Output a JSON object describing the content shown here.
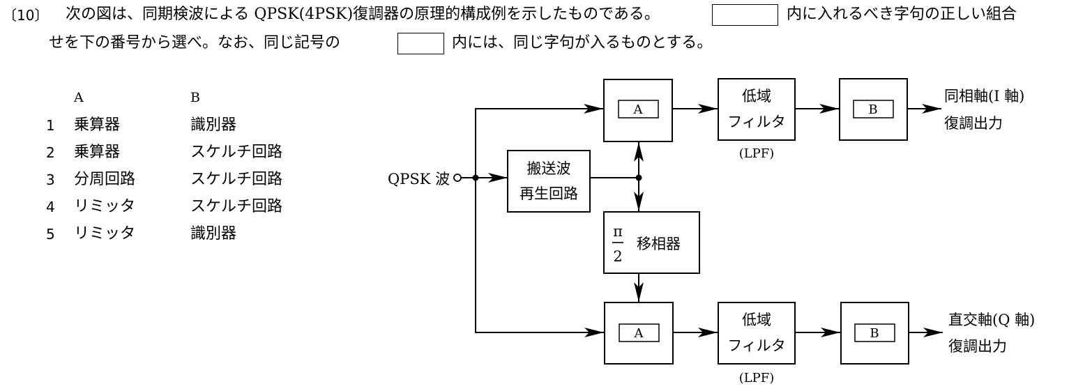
{
  "question": {
    "number": "〔10〕",
    "line1_a": "次の図は、同期検波による QPSK(4PSK)復調器の原理的構成例を示したものである。",
    "line1_b": "内に入れるべき字句の正しい組合",
    "line2_a": "せを下の番号から選べ。なお、同じ記号の",
    "line2_b": "内には、同じ字句が入るものとする。"
  },
  "options": {
    "header_a": "A",
    "header_b": "B",
    "items": [
      {
        "num": "1",
        "a": "乗算器",
        "b": "識別器"
      },
      {
        "num": "2",
        "a": "乗算器",
        "b": "スケルチ回路"
      },
      {
        "num": "3",
        "a": "分周回路",
        "b": "スケルチ回路"
      },
      {
        "num": "4",
        "a": "リミッタ",
        "b": "スケルチ回路"
      },
      {
        "num": "5",
        "a": "リミッタ",
        "b": "識別器"
      }
    ]
  },
  "diagram": {
    "input_label": "QPSK 波",
    "carrier_line1": "搬送波",
    "carrier_line2": "再生回路",
    "label_a": "A",
    "label_b": "B",
    "lpf_line1": "低域",
    "lpf_line2": "フィルタ",
    "lpf_tag": "(LPF)",
    "shifter_num": "π",
    "shifter_den": "2",
    "shifter_text": "移相器",
    "out_i_line1": "同相軸(I 軸)",
    "out_i_line2": "復調出力",
    "out_q_line1": "直交軸(Q 軸)",
    "out_q_line2": "復調出力"
  }
}
